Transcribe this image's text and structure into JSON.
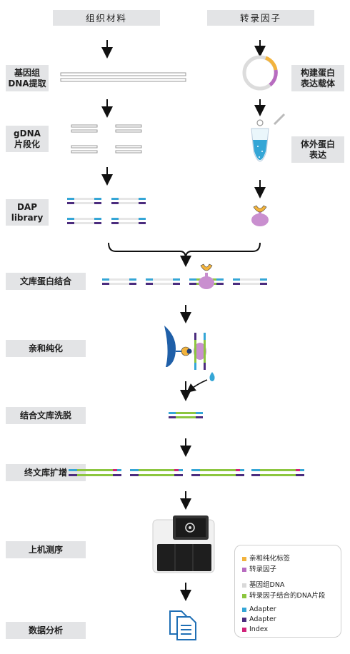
{
  "headers": {
    "left": "组织材料",
    "right": "转录因子"
  },
  "steps": {
    "genomic_dna": "基因组\nDNA提取",
    "gdna_frag": "gDNA\n片段化",
    "dap_library": "DAP\nlibrary",
    "binding": "文库蛋白结合",
    "affinity": "亲和纯化",
    "elution": "结合文库洗脱",
    "amplify": "终文库扩增",
    "sequencing": "上机测序",
    "analysis": "数据分析"
  },
  "right_steps": {
    "vector": "构建蛋白\n表达载体",
    "expression": "体外蛋白\n表达"
  },
  "legend": [
    {
      "label": "亲和纯化标签",
      "color": "#f2b33d"
    },
    {
      "label": "转录因子",
      "color": "#b86cc0"
    },
    {
      "label": "基因组DNA",
      "color": "#d9d9d9"
    },
    {
      "label": "转录因子结合的DNA片段",
      "color": "#8cc63f"
    },
    {
      "label": "Adapter",
      "color": "#35a6d6"
    },
    {
      "label": "Adapter",
      "color": "#4b2c7e"
    },
    {
      "label": "Index",
      "color": "#d1237a"
    }
  ],
  "colors": {
    "adapter_blue": "#35a6d6",
    "adapter_purple": "#4b2c7e",
    "index_pink": "#d1237a",
    "dna_green": "#8cc63f",
    "genome_gray": "#d9d9d9",
    "tag_orange": "#f2b33d",
    "tf_purple": "#b86cc0",
    "bead_blue": "#1f5fa8"
  }
}
